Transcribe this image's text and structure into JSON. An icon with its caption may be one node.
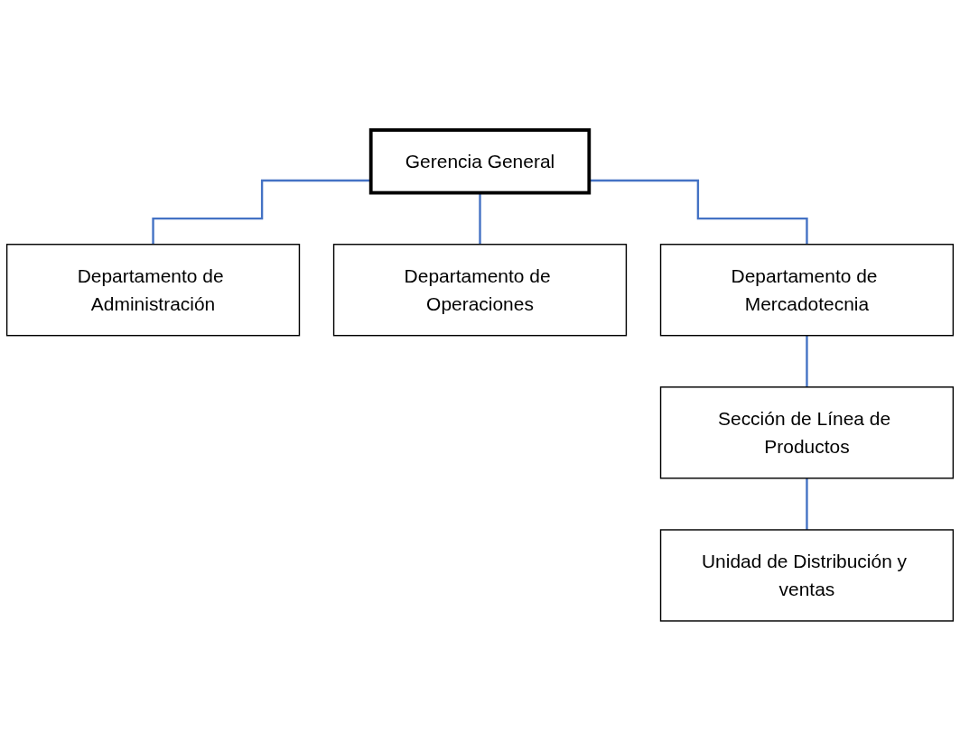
{
  "diagram": {
    "nodes": [
      {
        "text": [
          "Gerencia General"
        ]
      },
      {
        "text": [
          "Departamento de Administración"
        ]
      },
      {
        "text": [
          "Departamento de Operaciones"
        ]
      },
      {
        "text": [
          "Departamento de Mercadotecnia"
        ]
      },
      {
        "text": [
          "Sección de Línea de Productos"
        ]
      },
      {
        "text": [
          "Unidad de Distribución y ventas"
        ]
      }
    ],
    "edges": [
      {
        "from": 0,
        "to": 1,
        "arrow": "none"
      },
      {
        "from": 0,
        "to": 2,
        "arrow": "none"
      },
      {
        "from": 0,
        "to": 3,
        "arrow": "none"
      },
      {
        "from": 3,
        "to": 4,
        "arrow": "none"
      },
      {
        "from": 4,
        "to": 5,
        "arrow": "none"
      }
    ]
  }
}
